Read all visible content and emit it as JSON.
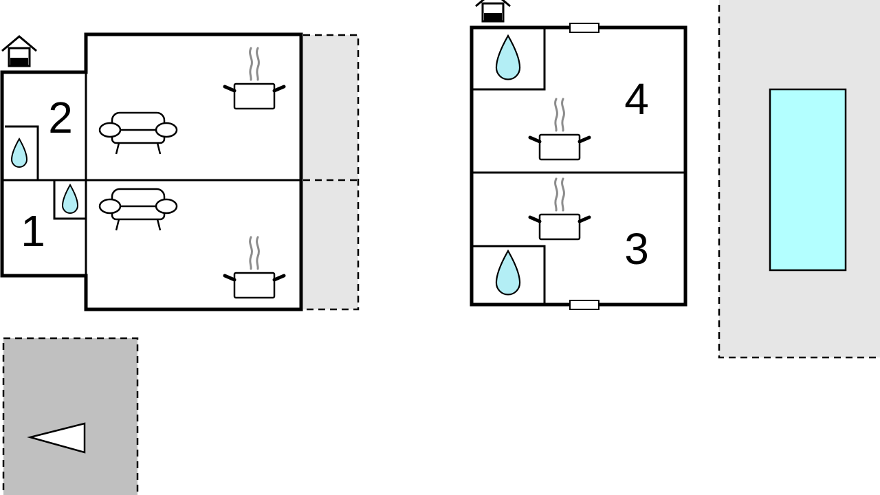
{
  "rooms": {
    "room_1": "1",
    "room_2": "2",
    "room_3": "3",
    "room_4": "4"
  },
  "icons": {
    "entrance": "house-entrance-icon",
    "sofa": "sofa-icon",
    "kitchen": "cooking-pot-icon",
    "bathroom": "water-drop-icon",
    "window": "window-icon",
    "parking": "parking-direction-icon",
    "pool": "swimming-pool-icon"
  },
  "colors": {
    "wall": "#000000",
    "terrace": "#e6e6e6",
    "parking": "#c0c0c0",
    "water": "#b3eef5",
    "pool": "#b3ffff",
    "steam": "#8c8c8c"
  }
}
